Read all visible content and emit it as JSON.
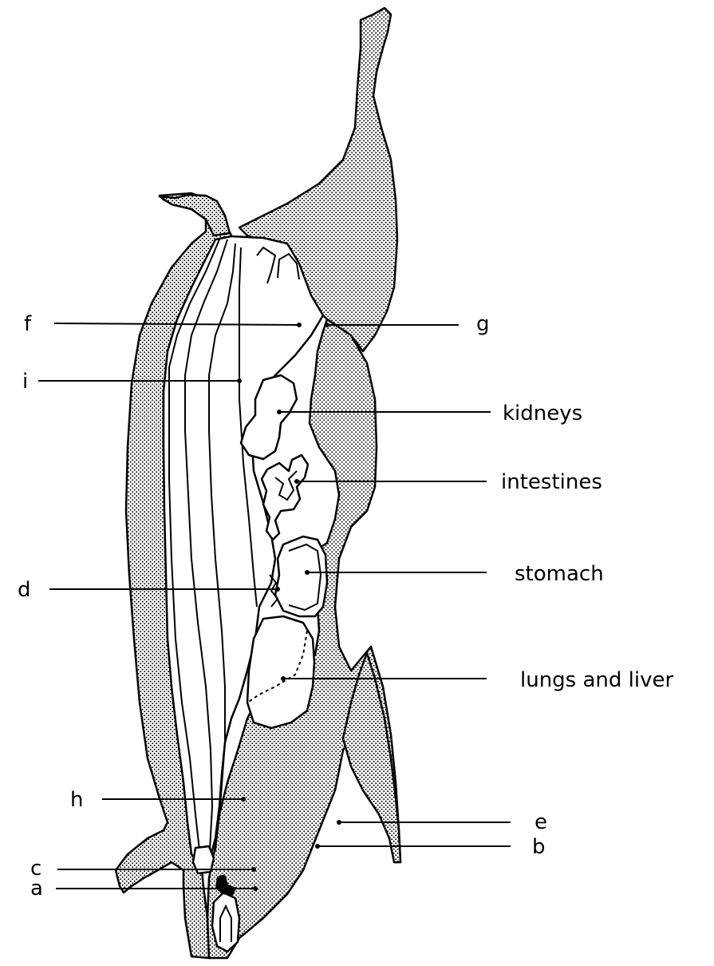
{
  "labels": {
    "f": "f",
    "g": "g",
    "i": "i",
    "kidneys": "kidneys",
    "intestines": "intestines",
    "d": "d",
    "stomach": "stomach",
    "lungs_liver": "lungs and liver",
    "h": "h",
    "e": "e",
    "b": "b",
    "c": "c",
    "a": "a"
  }
}
